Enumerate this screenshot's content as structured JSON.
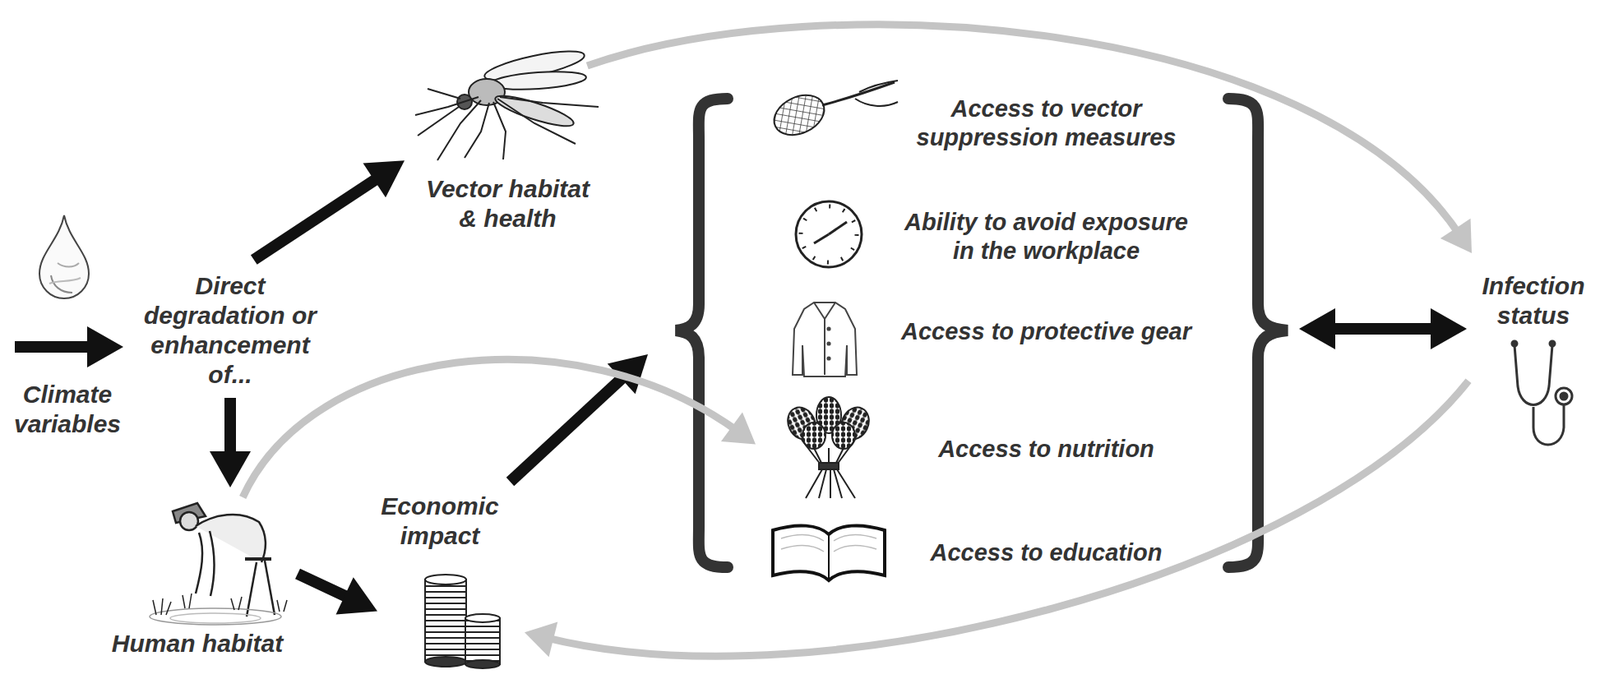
{
  "diagram": {
    "nodes": [
      {
        "text": [
          "Climate variables"
        ]
      },
      {
        "text": [
          "Direct degradation or enhancement of..."
        ]
      },
      {
        "text": [
          "Vector habitat & health"
        ]
      },
      {
        "text": [
          "Human habitat"
        ]
      },
      {
        "text": [
          "Economic impact"
        ]
      },
      {
        "text": []
      },
      {
        "text": [
          "Access to vector suppression measures"
        ],
        "in": 5
      },
      {
        "text": [
          "Ability to avoid exposure in the workplace"
        ],
        "in": 5
      },
      {
        "text": [
          "Access to protective gear"
        ],
        "in": 5
      },
      {
        "text": [
          "Access to nutrition"
        ],
        "in": 5
      },
      {
        "text": [
          "Access to education"
        ],
        "in": 5
      },
      {
        "text": [
          "Infection status"
        ]
      }
    ],
    "edges": [
      {
        "from": 0,
        "to": 1,
        "arrow": "to"
      },
      {
        "from": 1,
        "to": 2,
        "arrow": "to"
      },
      {
        "from": 1,
        "to": 3,
        "arrow": "to"
      },
      {
        "from": 3,
        "to": 4,
        "arrow": "to"
      },
      {
        "from": 4,
        "to": 5,
        "arrow": "to"
      },
      {
        "from": 3,
        "to": 9,
        "arrow": "to"
      },
      {
        "from": 2,
        "to": 11,
        "arrow": "to"
      },
      {
        "from": 5,
        "to": 11,
        "arrow": "both"
      },
      {
        "from": 11,
        "to": 4,
        "arrow": "to"
      }
    ]
  }
}
